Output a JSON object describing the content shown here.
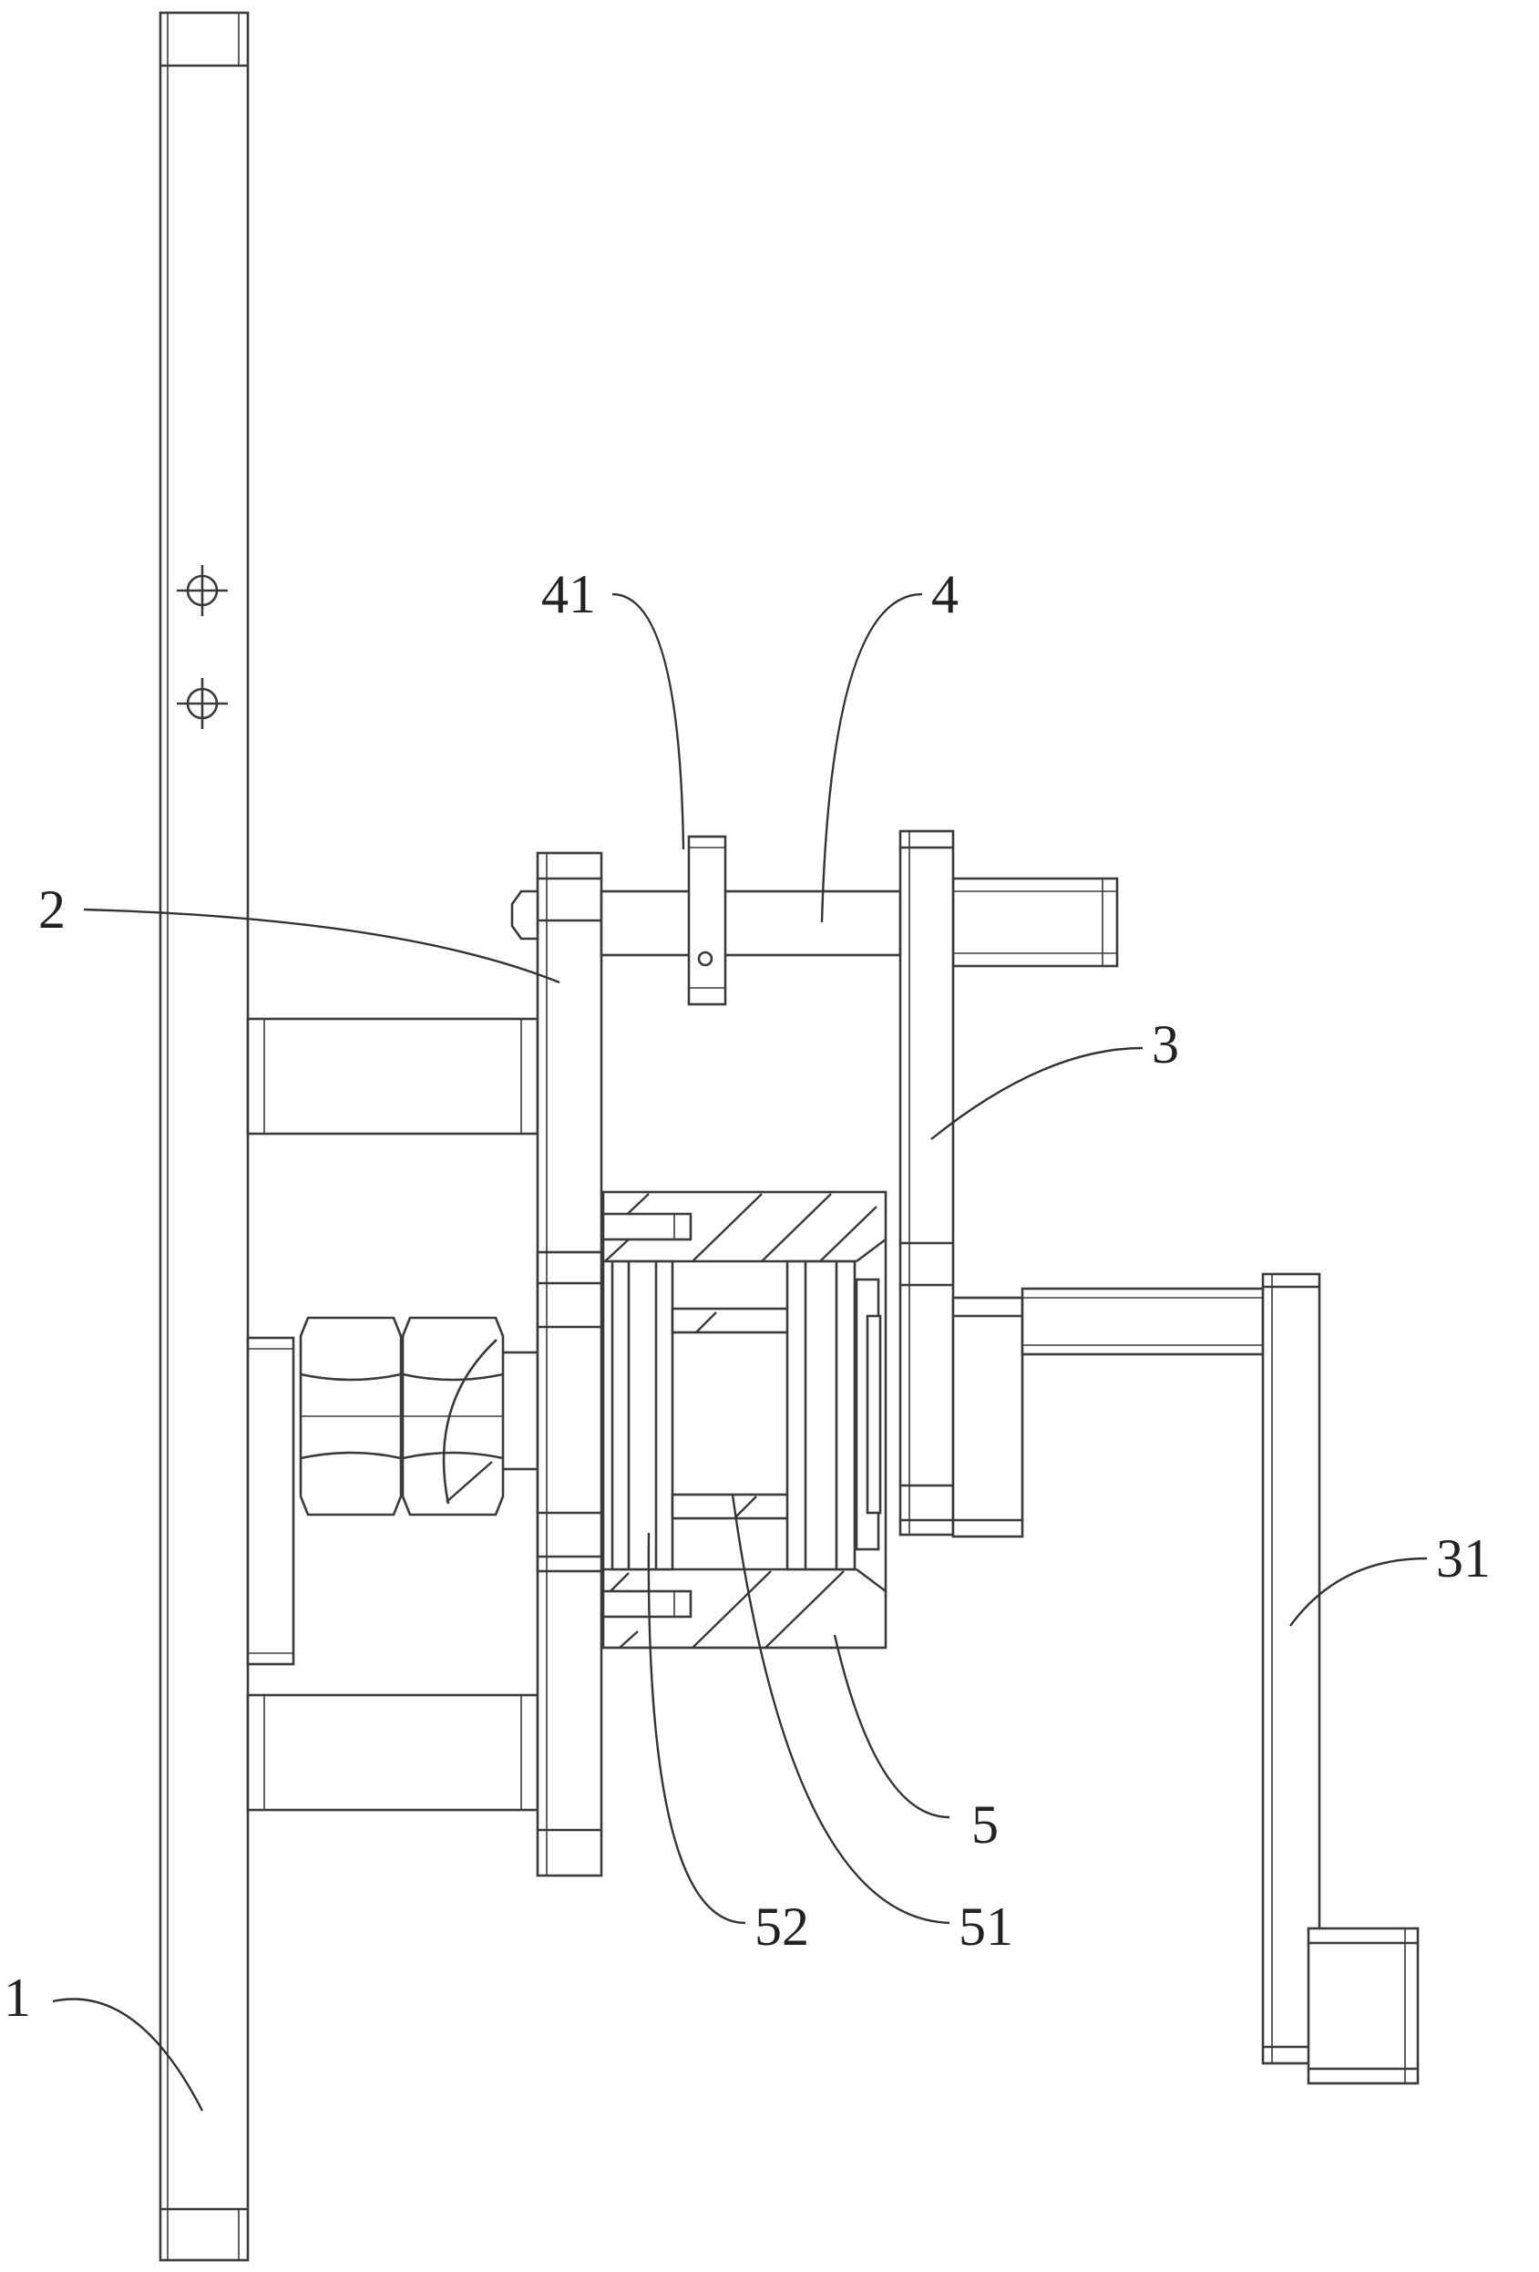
{
  "drawing": {
    "line_color": "#3a3a3a",
    "background": "#ffffff",
    "labels": {
      "l1": "1",
      "l2": "2",
      "l3": "3",
      "l31": "31",
      "l4": "4",
      "l41": "41",
      "l5": "5",
      "l51": "51",
      "l52": "52"
    }
  }
}
